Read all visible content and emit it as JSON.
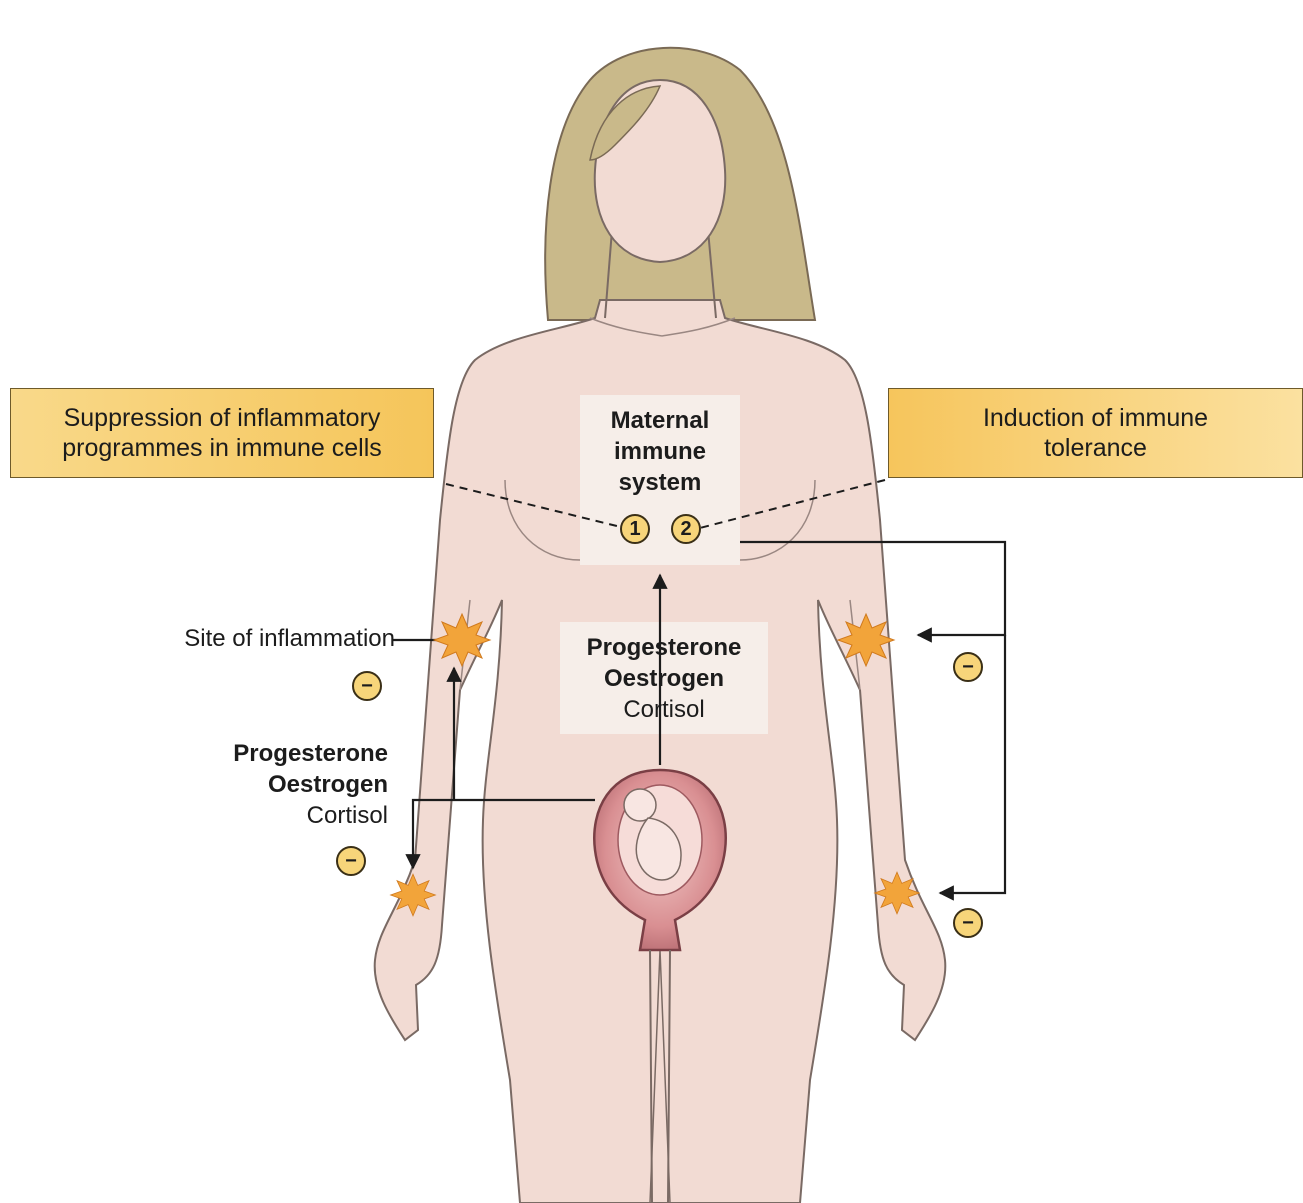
{
  "boxes": {
    "left": [
      "Suppression of inflammatory",
      "programmes in immune cells"
    ],
    "right": [
      "Induction of immune",
      "tolerance"
    ]
  },
  "center": {
    "immune_system": [
      "Maternal",
      "immune",
      "system"
    ],
    "badge_1": "1",
    "badge_2": "2",
    "hormones": [
      "Progesterone",
      "Oestrogen",
      "Cortisol"
    ]
  },
  "left_side": {
    "site_label": "Site of inflammation",
    "hormones": [
      "Progesterone",
      "Oestrogen",
      "Cortisol"
    ]
  },
  "minus_sign": "−",
  "colors": {
    "skin": "#f2dbd3",
    "skin_outline": "#7a6a64",
    "hair": "#c9b98a",
    "box_fill": "#f7cc6a",
    "inflammation": "#f2a43a",
    "uterus": "#c8787e"
  }
}
